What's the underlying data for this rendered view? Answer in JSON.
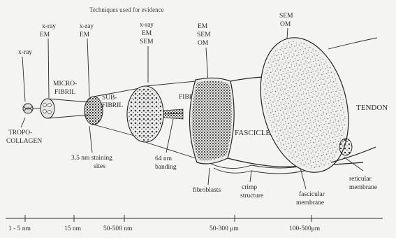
{
  "figure": {
    "title": "Techniques used for evidence",
    "techniques": {
      "tropocollagen": "x-ray",
      "microfibril": [
        "x-ray",
        "EM"
      ],
      "subfibril": [
        "x-ray",
        "EM"
      ],
      "fibril": [
        "x-ray",
        "EM",
        "SEM"
      ],
      "fascicle": [
        "EM",
        "SEM",
        "OM"
      ],
      "tendon": [
        "SEM",
        "OM"
      ]
    },
    "structures": {
      "tropocollagen": [
        "TROPO-",
        "COLLAGEN"
      ],
      "microfibril": [
        "MICRO-",
        "FIBRIL"
      ],
      "subfibril": [
        "SUB-",
        "FIBRIL"
      ],
      "fibril": "FIBRIL",
      "fascicle": "FASCICLE",
      "tendon": "TENDON"
    },
    "annotations": {
      "staining": [
        "3.5 nm staining",
        "sites"
      ],
      "banding": [
        "64 nm",
        "banding"
      ],
      "fibroblasts": "fibroblasts",
      "crimp": [
        "crimp",
        "structure"
      ],
      "fascicular": [
        "fascicular",
        "membrane"
      ],
      "reticular": [
        "reticular",
        "membrane"
      ]
    },
    "scale": [
      "1 - 5 nm",
      "15 nm",
      "50-500 nm",
      "50-300 μm",
      "100-500μm"
    ]
  }
}
